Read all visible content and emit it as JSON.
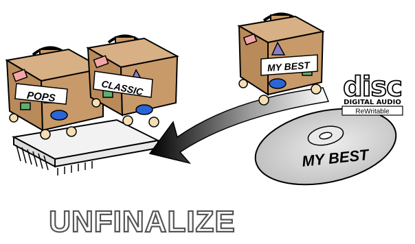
{
  "suitcases": [
    {
      "label": "POPS"
    },
    {
      "label": "CLASSIC"
    },
    {
      "label": "MY BEST"
    }
  ],
  "disc": {
    "label": "MY BEST"
  },
  "logo": {
    "brand": "disc",
    "line1": "DIGITAL AUDIO",
    "line2": "ReWritable"
  },
  "caption": "UNFINALIZE",
  "colors": {
    "suitcase": "#c89a6a",
    "suitcase_dark": "#8a6238",
    "sticker_pink": "#f2a6a6",
    "sticker_purple": "#8a7fc6",
    "sticker_blue": "#2a66d8",
    "sticker_green": "#5fae73",
    "disc_gray": "#cfcfcf",
    "arrow_dark": "#111111"
  }
}
